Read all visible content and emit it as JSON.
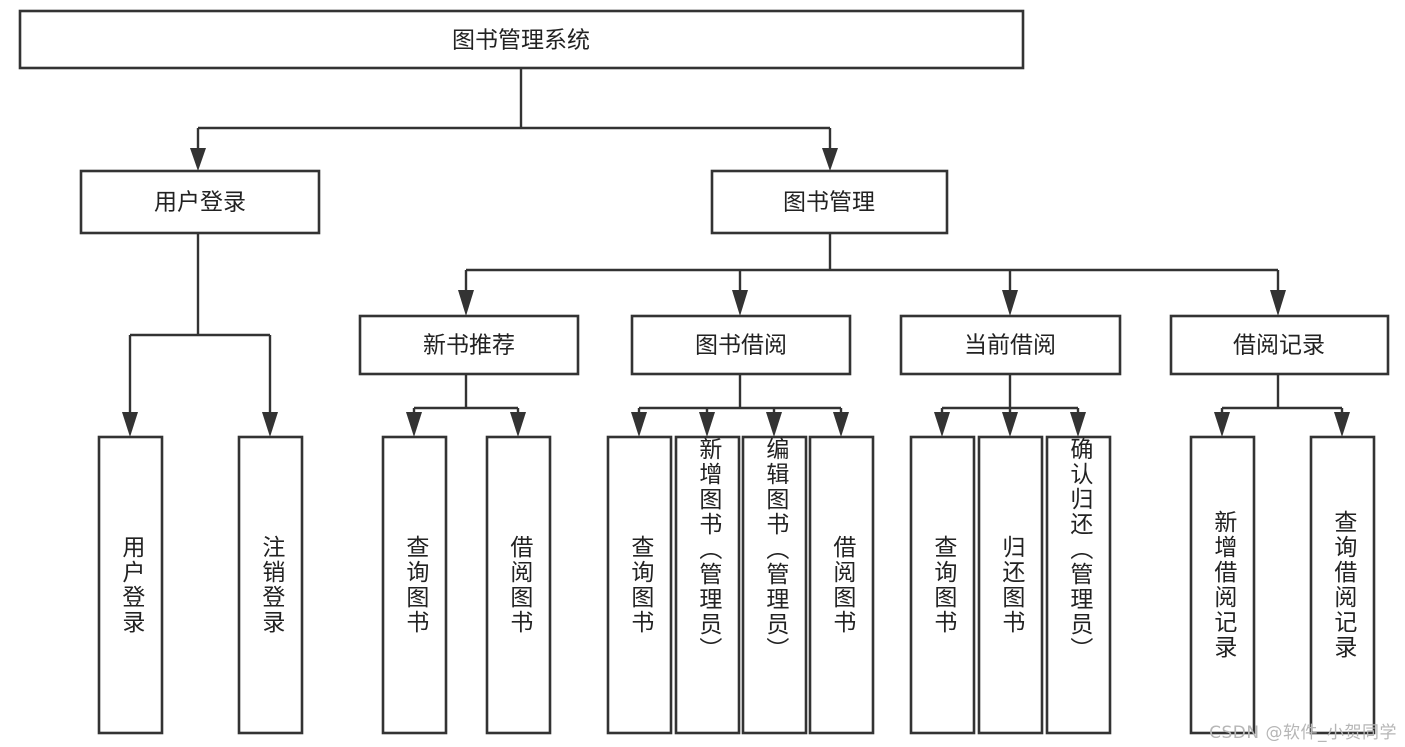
{
  "diagram": {
    "type": "tree",
    "title": "图书管理系统",
    "orientation": "top-down",
    "colors": {
      "box_stroke": "#333333",
      "box_fill": "#ffffff",
      "connector": "#333333",
      "text": "#222222",
      "background": "#ffffff",
      "watermark": "#b6b6b6"
    },
    "root": {
      "label": "图书管理系统"
    },
    "level1": [
      {
        "label": "用户登录"
      },
      {
        "label": "图书管理"
      }
    ],
    "level2": [
      {
        "label": "新书推荐"
      },
      {
        "label": "图书借阅"
      },
      {
        "label": "当前借阅"
      },
      {
        "label": "借阅记录"
      }
    ],
    "leaves": {
      "user_login": [
        {
          "label": "用户登录"
        },
        {
          "label": "注销登录"
        }
      ],
      "new_book_recommend": [
        {
          "label": "查询图书"
        },
        {
          "label": "借阅图书"
        }
      ],
      "book_borrow": [
        {
          "label": "查询图书"
        },
        {
          "label": "新增图书（管理员）"
        },
        {
          "label": "编辑图书（管理员）"
        },
        {
          "label": "借阅图书"
        }
      ],
      "current_borrow": [
        {
          "label": "查询图书"
        },
        {
          "label": "归还图书"
        },
        {
          "label": "确认归还（管理员）"
        }
      ],
      "borrow_record": [
        {
          "label": "新增借阅记录"
        },
        {
          "label": "查询借阅记录"
        }
      ]
    }
  },
  "watermark": {
    "text": "CSDN @软件_小贺同学"
  }
}
